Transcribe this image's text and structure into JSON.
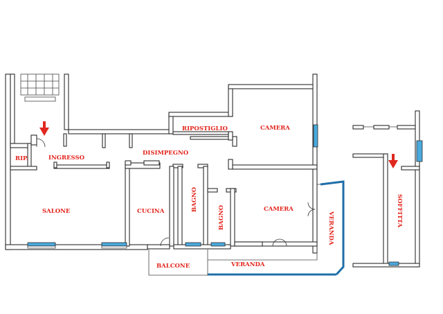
{
  "rooms": {
    "rip": "RIP.",
    "ingresso": "INGRESSO",
    "disimpegno": "DISIMPEGNO",
    "ripostiglio": "RIPOSTIGLIO",
    "camera_top": "CAMERA",
    "camera_bottom": "CAMERA",
    "salone": "SALONE",
    "cucina": "CUCINA",
    "bagno_1": "BAGNO",
    "bagno_2": "BAGNO",
    "veranda_side": "VERANDA",
    "veranda_bottom": "VERANDA",
    "balcone": "BALCONE",
    "soffitta": "SOFFITTA"
  },
  "colors": {
    "label": "#e3241b",
    "wall": "#2b2b2b",
    "window": "#4aa9dd",
    "veranda_frame": "#1f6fa8",
    "arrow": "#e0281f"
  },
  "icons": {
    "entry_arrow_main": "down-arrow-icon",
    "entry_arrow_attic": "down-arrow-icon"
  }
}
